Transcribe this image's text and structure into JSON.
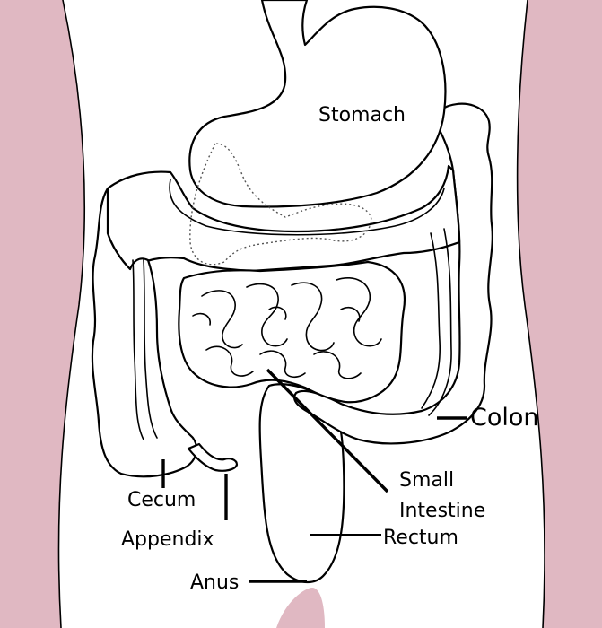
{
  "colors": {
    "skin": "#e0b8c2",
    "outline": "#000000",
    "background": "#ffffff"
  },
  "labels": {
    "stomach": "Stomach",
    "colon": "Colon",
    "small_intestine_line1": "Small",
    "small_intestine_line2": "Intestine",
    "rectum": "Rectum",
    "cecum": "Cecum",
    "appendix": "Appendix",
    "anus": "Anus"
  }
}
